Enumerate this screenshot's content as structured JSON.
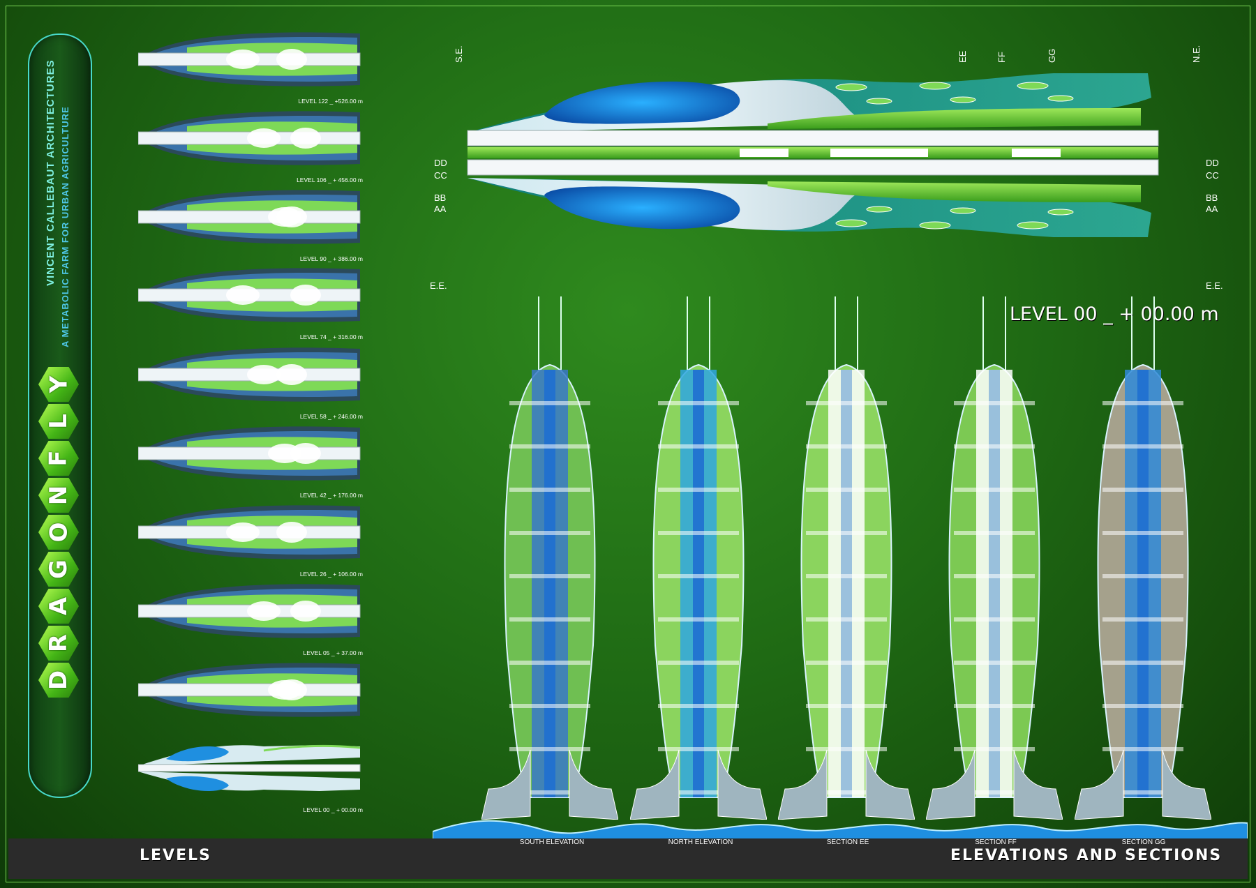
{
  "brand": {
    "office": "VINCENT CALLEBAUT ARCHITECTURES",
    "subtitle": "A METABOLIC FARM FOR URBAN AGRICULTURE",
    "logo_letters": [
      "D",
      "R",
      "A",
      "G",
      "O",
      "N",
      "F",
      "L",
      "Y"
    ]
  },
  "levels": [
    {
      "label": "LEVEL 122 _ +526.00 m"
    },
    {
      "label": "LEVEL 106 _ + 456.00 m"
    },
    {
      "label": "LEVEL 90 _ + 386.00 m"
    },
    {
      "label": "LEVEL 74 _ + 316.00 m"
    },
    {
      "label": "LEVEL 58 _ + 246.00 m"
    },
    {
      "label": "LEVEL 42 _ + 176.00 m"
    },
    {
      "label": "LEVEL 26 _ + 106.00 m"
    },
    {
      "label": "LEVEL 05 _ + 37.00 m"
    },
    {
      "label": ""
    },
    {
      "label": "LEVEL 00 _ + 00.00 m"
    }
  ],
  "main_plan": {
    "title": "LEVEL 00 _ + 00.00 m",
    "markers_top": [
      "S.E.",
      "EE",
      "FF",
      "GG",
      "N.E."
    ],
    "markers_left": [
      "DD",
      "CC",
      "BB",
      "AA",
      "E.E."
    ],
    "markers_right": [
      "DD",
      "CC",
      "BB",
      "AA",
      "E.E."
    ]
  },
  "elevations": [
    {
      "caption": "SOUTH  ELEVATION"
    },
    {
      "caption": "NORTH ELEVATION"
    },
    {
      "caption": "SECTION EE"
    },
    {
      "caption": "SECTION FF"
    },
    {
      "caption": "SECTION GG"
    }
  ],
  "footer": {
    "left_label": "LEVELS",
    "right_label": "ELEVATIONS AND SECTIONS"
  },
  "colors": {
    "accent_cyan": "#48d9c9",
    "leaf_green": "#7ed957",
    "water_blue": "#1f8fe0",
    "bar_dark": "#2b2b2b"
  }
}
